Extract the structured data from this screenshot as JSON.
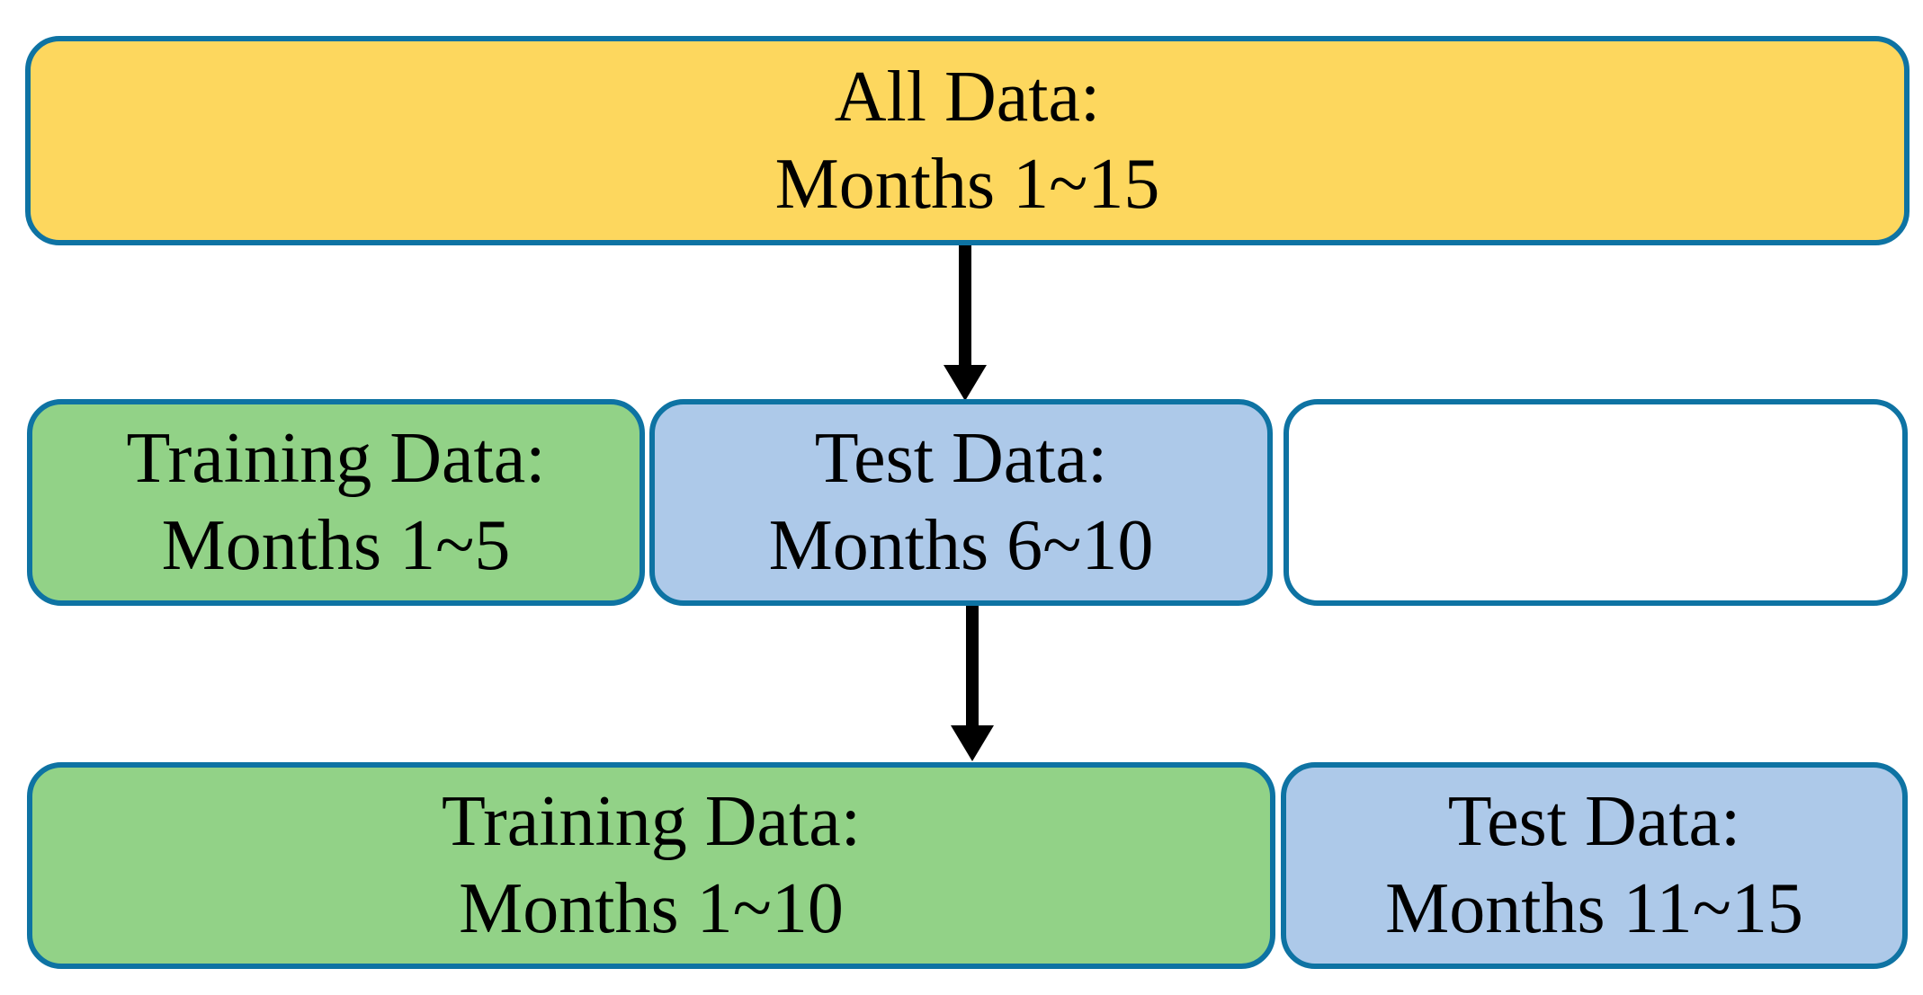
{
  "diagram": {
    "description": "Sliding-window training/test data split flow diagram",
    "colors": {
      "border": "#0E73A3",
      "all_data_fill": "#FDD75E",
      "training_fill": "#92D287",
      "test_fill": "#ADC9E9",
      "placeholder_fill": "#FFFFFF",
      "arrow": "#000000",
      "text": "#000000"
    },
    "boxes": {
      "all_data": {
        "line1": "All Data:",
        "line2": "Months 1~15"
      },
      "training_1": {
        "line1": "Training Data:",
        "line2": "Months 1~5"
      },
      "test_1": {
        "line1": "Test Data:",
        "line2": "Months 6~10"
      },
      "placeholder": {
        "line1": "",
        "line2": ""
      },
      "training_2": {
        "line1": "Training Data:",
        "line2": "Months 1~10"
      },
      "test_2": {
        "line1": "Test Data:",
        "line2": "Months 11~15"
      }
    }
  }
}
